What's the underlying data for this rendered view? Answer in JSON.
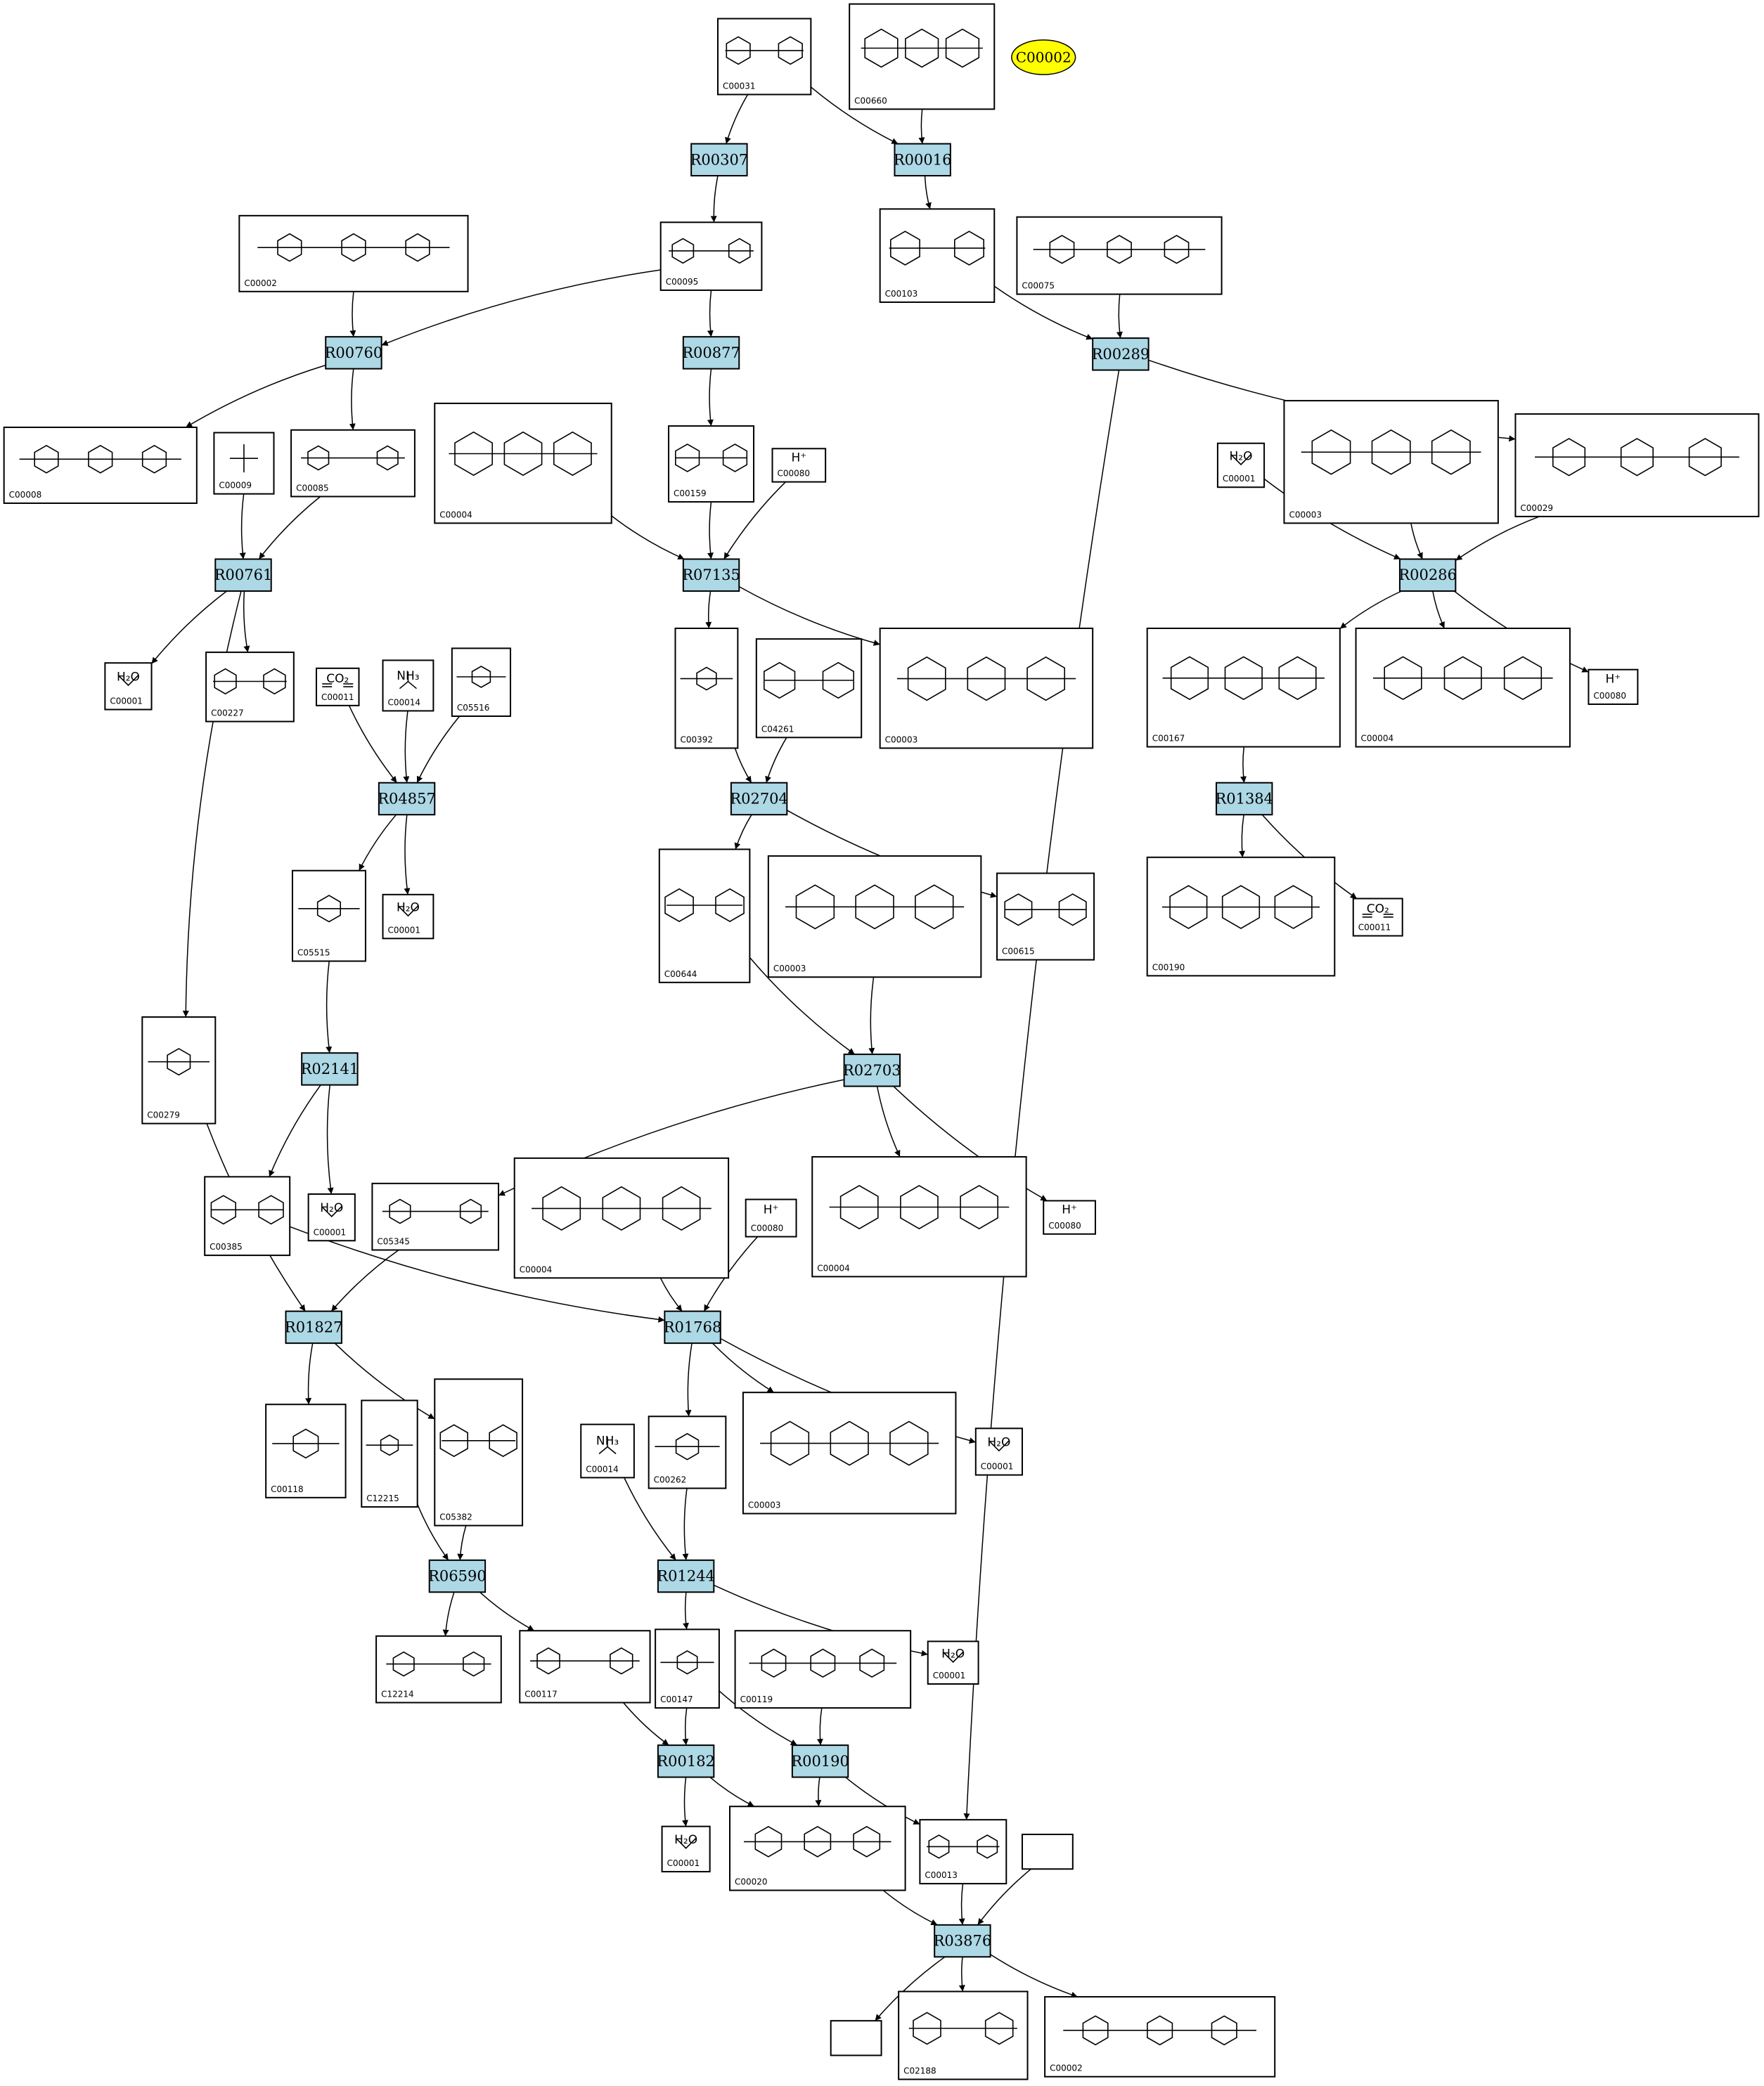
{
  "highlight": "C00002",
  "reactions": [
    "R00307",
    "R00016",
    "R00760",
    "R00877",
    "R00289",
    "R00761",
    "R07135",
    "R00286",
    "R04857",
    "R02704",
    "R01384",
    "R02141",
    "R02703",
    "R01827",
    "R01768",
    "R06590",
    "R01244",
    "R00182",
    "R00190",
    "R03876"
  ],
  "compounds": [
    {
      "id": "C00031",
      "label": "C00031",
      "text": ""
    },
    {
      "id": "C00660",
      "label": "C00660",
      "text": ""
    },
    {
      "id": "C00002a",
      "label": "C00002",
      "text": ""
    },
    {
      "id": "C00095",
      "label": "C00095",
      "text": ""
    },
    {
      "id": "C00103",
      "label": "C00103",
      "text": ""
    },
    {
      "id": "C00075",
      "label": "C00075",
      "text": ""
    },
    {
      "id": "C00008",
      "label": "C00008",
      "text": ""
    },
    {
      "id": "C00009",
      "label": "C00009",
      "text": ""
    },
    {
      "id": "C00085",
      "label": "C00085",
      "text": ""
    },
    {
      "id": "C00004a",
      "label": "C00004",
      "text": ""
    },
    {
      "id": "C00159",
      "label": "C00159",
      "text": ""
    },
    {
      "id": "C00080a",
      "label": "C00080",
      "text": "H⁺"
    },
    {
      "id": "C00001a",
      "label": "C00001",
      "text": "H₂O"
    },
    {
      "id": "C00003a",
      "label": "C00003",
      "text": ""
    },
    {
      "id": "C00029",
      "label": "C00029",
      "text": ""
    },
    {
      "id": "C00001b",
      "label": "C00001",
      "text": "H₂O"
    },
    {
      "id": "C00227",
      "label": "C00227",
      "text": ""
    },
    {
      "id": "C00011a",
      "label": "C00011",
      "text": "CO₂"
    },
    {
      "id": "C00014a",
      "label": "C00014",
      "text": "NH₃"
    },
    {
      "id": "C05516",
      "label": "C05516",
      "text": ""
    },
    {
      "id": "C00392",
      "label": "C00392",
      "text": ""
    },
    {
      "id": "C04261",
      "label": "C04261",
      "text": ""
    },
    {
      "id": "C00003b",
      "label": "C00003",
      "text": ""
    },
    {
      "id": "C00167",
      "label": "C00167",
      "text": ""
    },
    {
      "id": "C00004b",
      "label": "C00004",
      "text": ""
    },
    {
      "id": "C00080b",
      "label": "C00080",
      "text": "H⁺"
    },
    {
      "id": "C05515",
      "label": "C05515",
      "text": ""
    },
    {
      "id": "C00001c",
      "label": "C00001",
      "text": "H₂O"
    },
    {
      "id": "C00644",
      "label": "C00644",
      "text": ""
    },
    {
      "id": "C00003c",
      "label": "C00003",
      "text": ""
    },
    {
      "id": "C00615",
      "label": "C00615",
      "text": ""
    },
    {
      "id": "C00190",
      "label": "C00190",
      "text": ""
    },
    {
      "id": "C00011b",
      "label": "C00011",
      "text": "CO₂"
    },
    {
      "id": "C00279",
      "label": "C00279",
      "text": ""
    },
    {
      "id": "C00385",
      "label": "C00385",
      "text": ""
    },
    {
      "id": "C00001d",
      "label": "C00001",
      "text": "H₂O"
    },
    {
      "id": "C05345",
      "label": "C05345",
      "text": ""
    },
    {
      "id": "C00004c",
      "label": "C00004",
      "text": ""
    },
    {
      "id": "C00080c",
      "label": "C00080",
      "text": "H⁺"
    },
    {
      "id": "C00004d",
      "label": "C00004",
      "text": ""
    },
    {
      "id": "C00080d",
      "label": "C00080",
      "text": "H⁺"
    },
    {
      "id": "C00118",
      "label": "C00118",
      "text": ""
    },
    {
      "id": "C12215",
      "label": "C12215",
      "text": ""
    },
    {
      "id": "C05382",
      "label": "C05382",
      "text": ""
    },
    {
      "id": "C00014b",
      "label": "C00014",
      "text": "NH₃"
    },
    {
      "id": "C00262",
      "label": "C00262",
      "text": ""
    },
    {
      "id": "C00003d",
      "label": "C00003",
      "text": ""
    },
    {
      "id": "C00001e",
      "label": "C00001",
      "text": "H₂O"
    },
    {
      "id": "C12214",
      "label": "C12214",
      "text": ""
    },
    {
      "id": "C00117",
      "label": "C00117",
      "text": ""
    },
    {
      "id": "C00147",
      "label": "C00147",
      "text": ""
    },
    {
      "id": "C00119",
      "label": "C00119",
      "text": ""
    },
    {
      "id": "C00001f",
      "label": "C00001",
      "text": "H₂O"
    },
    {
      "id": "C00001g",
      "label": "C00001",
      "text": "H₂O"
    },
    {
      "id": "C00020",
      "label": "C00020",
      "text": ""
    },
    {
      "id": "C00013",
      "label": "C00013",
      "text": ""
    },
    {
      "id": "EMPTYa",
      "label": "",
      "text": ""
    },
    {
      "id": "EMPTYb",
      "label": "",
      "text": ""
    },
    {
      "id": "C02188",
      "label": "C02188",
      "text": ""
    },
    {
      "id": "C00002b",
      "label": "C00002",
      "text": ""
    }
  ]
}
